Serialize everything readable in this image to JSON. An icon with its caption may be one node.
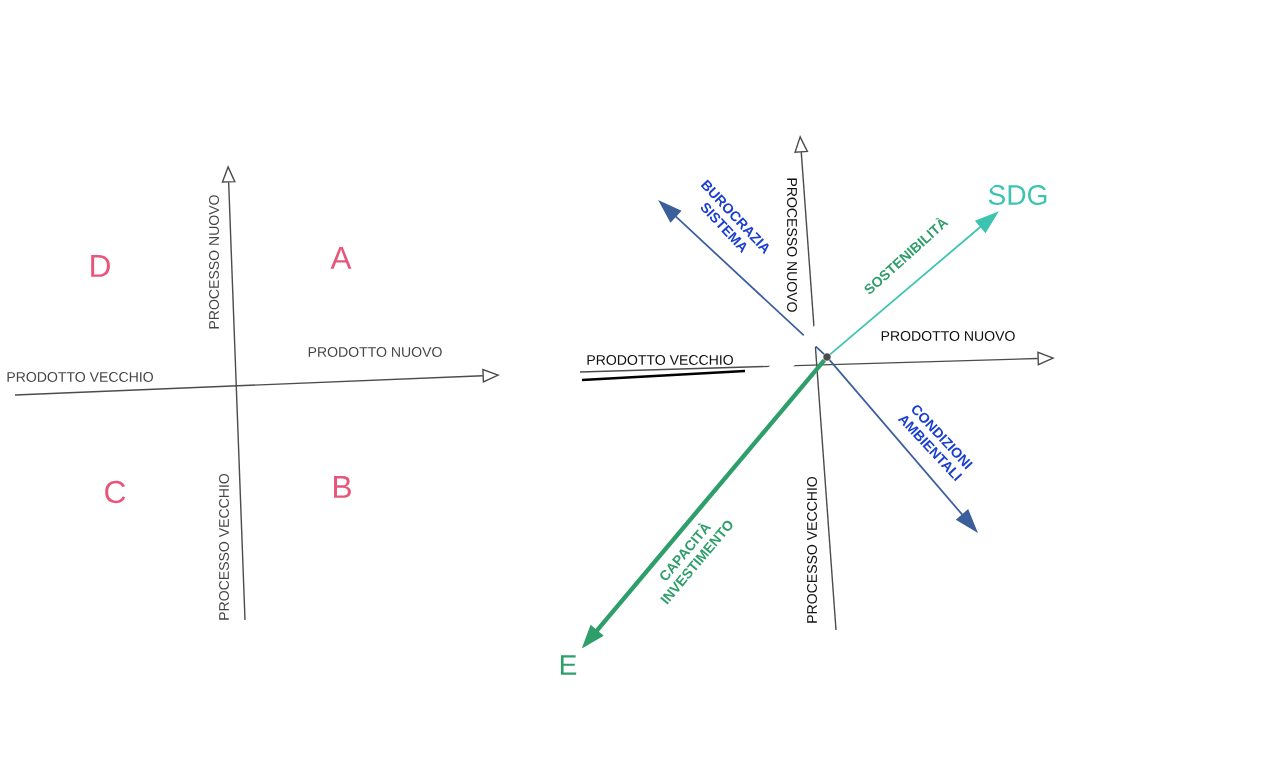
{
  "diagram": {
    "nodes": [
      {
        "text": [],
        "shape": "circle"
      },
      {
        "text": [
          "SDG"
        ]
      },
      {
        "text": [
          "E"
        ]
      }
    ],
    "edges": [
      {
        "from": 0,
        "to": 1,
        "arrow": "to",
        "label": "SOSTENIBILITÀ",
        "color": "#3cc4b0"
      },
      {
        "from": 0,
        "to": 2,
        "arrow": "to",
        "label": "CAPACITÀ INVESTIMENTO",
        "style": "thick",
        "color": "#2e9e6a"
      },
      {
        "from": 0,
        "to": null,
        "arrow": "to",
        "label": "BUROCRAZIA SISTEMA",
        "color": "#3a5f9a"
      },
      {
        "from": 0,
        "to": null,
        "arrow": "to",
        "label": "CONDIZIONI AMBIENTALI",
        "color": "#3a5f9a"
      }
    ],
    "labels": [
      "PROCESSO NUOVO",
      "D",
      "A",
      "PRODOTTO NUOVO",
      "PRODOTTO VECCHIO",
      "C",
      "B",
      "PROCESSO VECCHIO",
      "PROCESSO NUOVO",
      "PRODOTTO NUOVO",
      "PRODOTTO VECCHIO",
      "PROCESSO VECCHIO"
    ]
  }
}
